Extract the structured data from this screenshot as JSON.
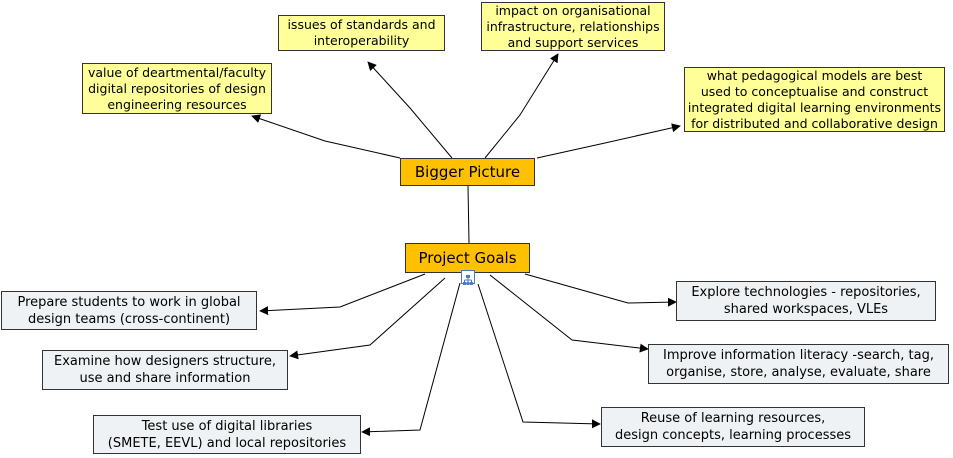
{
  "colors": {
    "central_fill": "#ffc000",
    "question_fill": "#ffff99",
    "goal_fill": "#eef2f4",
    "line": "#000000"
  },
  "icons": {
    "project_goals_attachment": "topic-map-icon"
  },
  "bigger_picture": {
    "label": "Bigger Picture",
    "children": [
      "value of deartmental/faculty\ndigital repositories of design\nengineering resources",
      "issues of standards and\ninteroperability",
      "impact on organisational\ninfrastructure, relationships\nand support services",
      "what pedagogical models are best\nused to conceptualise and construct\nintegrated digital learning environments\nfor distributed and collaborative design"
    ]
  },
  "project_goals": {
    "label": "Project Goals",
    "children": [
      "Prepare students to work in global\ndesign teams (cross-continent)",
      "Examine how designers structure,\nuse and share information",
      "Test use of digital libraries\n(SMETE, EEVL) and local repositories",
      "Explore technologies - repositories,\nshared workspaces, VLEs",
      "Improve information literacy -search, tag,\norganise, store, analyse, evaluate, share",
      "Reuse of learning resources,\ndesign concepts, learning processes"
    ]
  }
}
